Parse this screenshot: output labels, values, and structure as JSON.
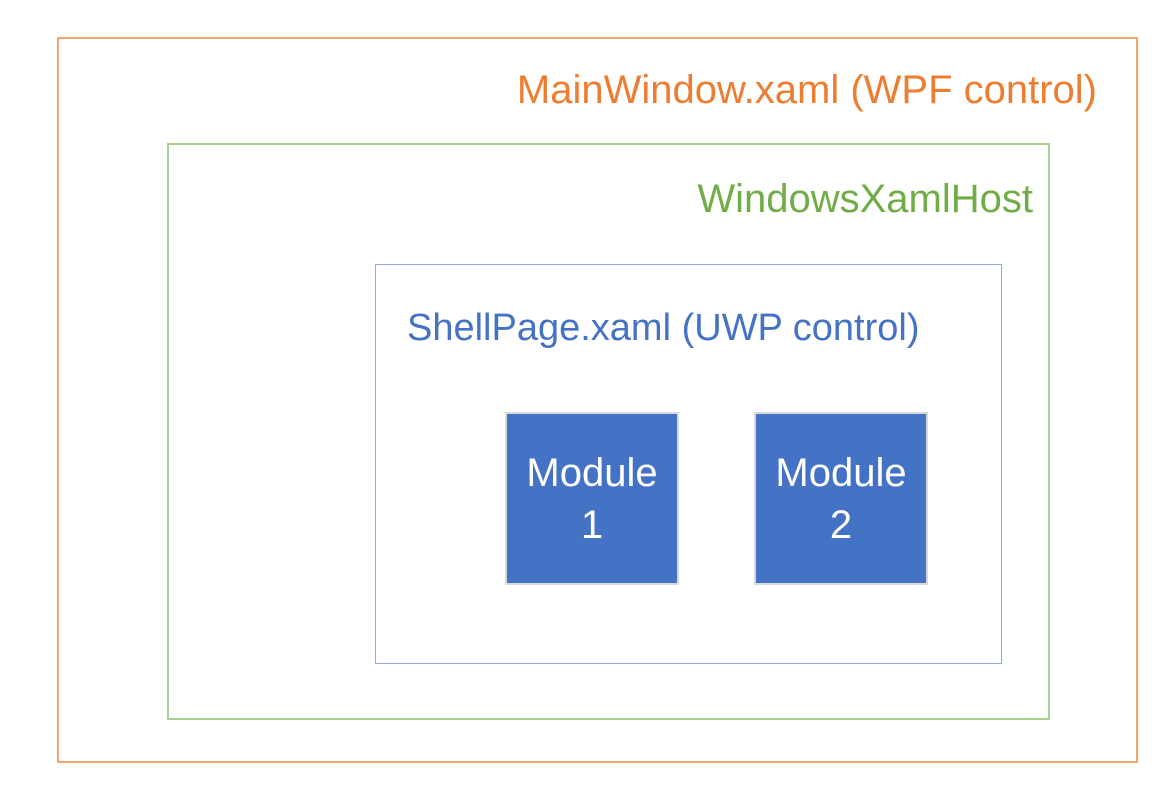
{
  "diagram": {
    "outer_box": {
      "label": "MainWindow.xaml (WPF control)",
      "border_color": "#f2a470",
      "text_color": "#ed7d31"
    },
    "host_box": {
      "label": "WindowsXamlHost",
      "border_color": "#a9d18e",
      "text_color": "#70ad47"
    },
    "shell_box": {
      "label": "ShellPage.xaml (UWP control)",
      "border_color": "#8faadc",
      "text_color": "#4472c4"
    },
    "modules": [
      {
        "name": "Module",
        "number": "1",
        "fill_color": "#4472c4",
        "text_color": "#ffffff"
      },
      {
        "name": "Module",
        "number": "2",
        "fill_color": "#4472c4",
        "text_color": "#ffffff"
      }
    ]
  }
}
